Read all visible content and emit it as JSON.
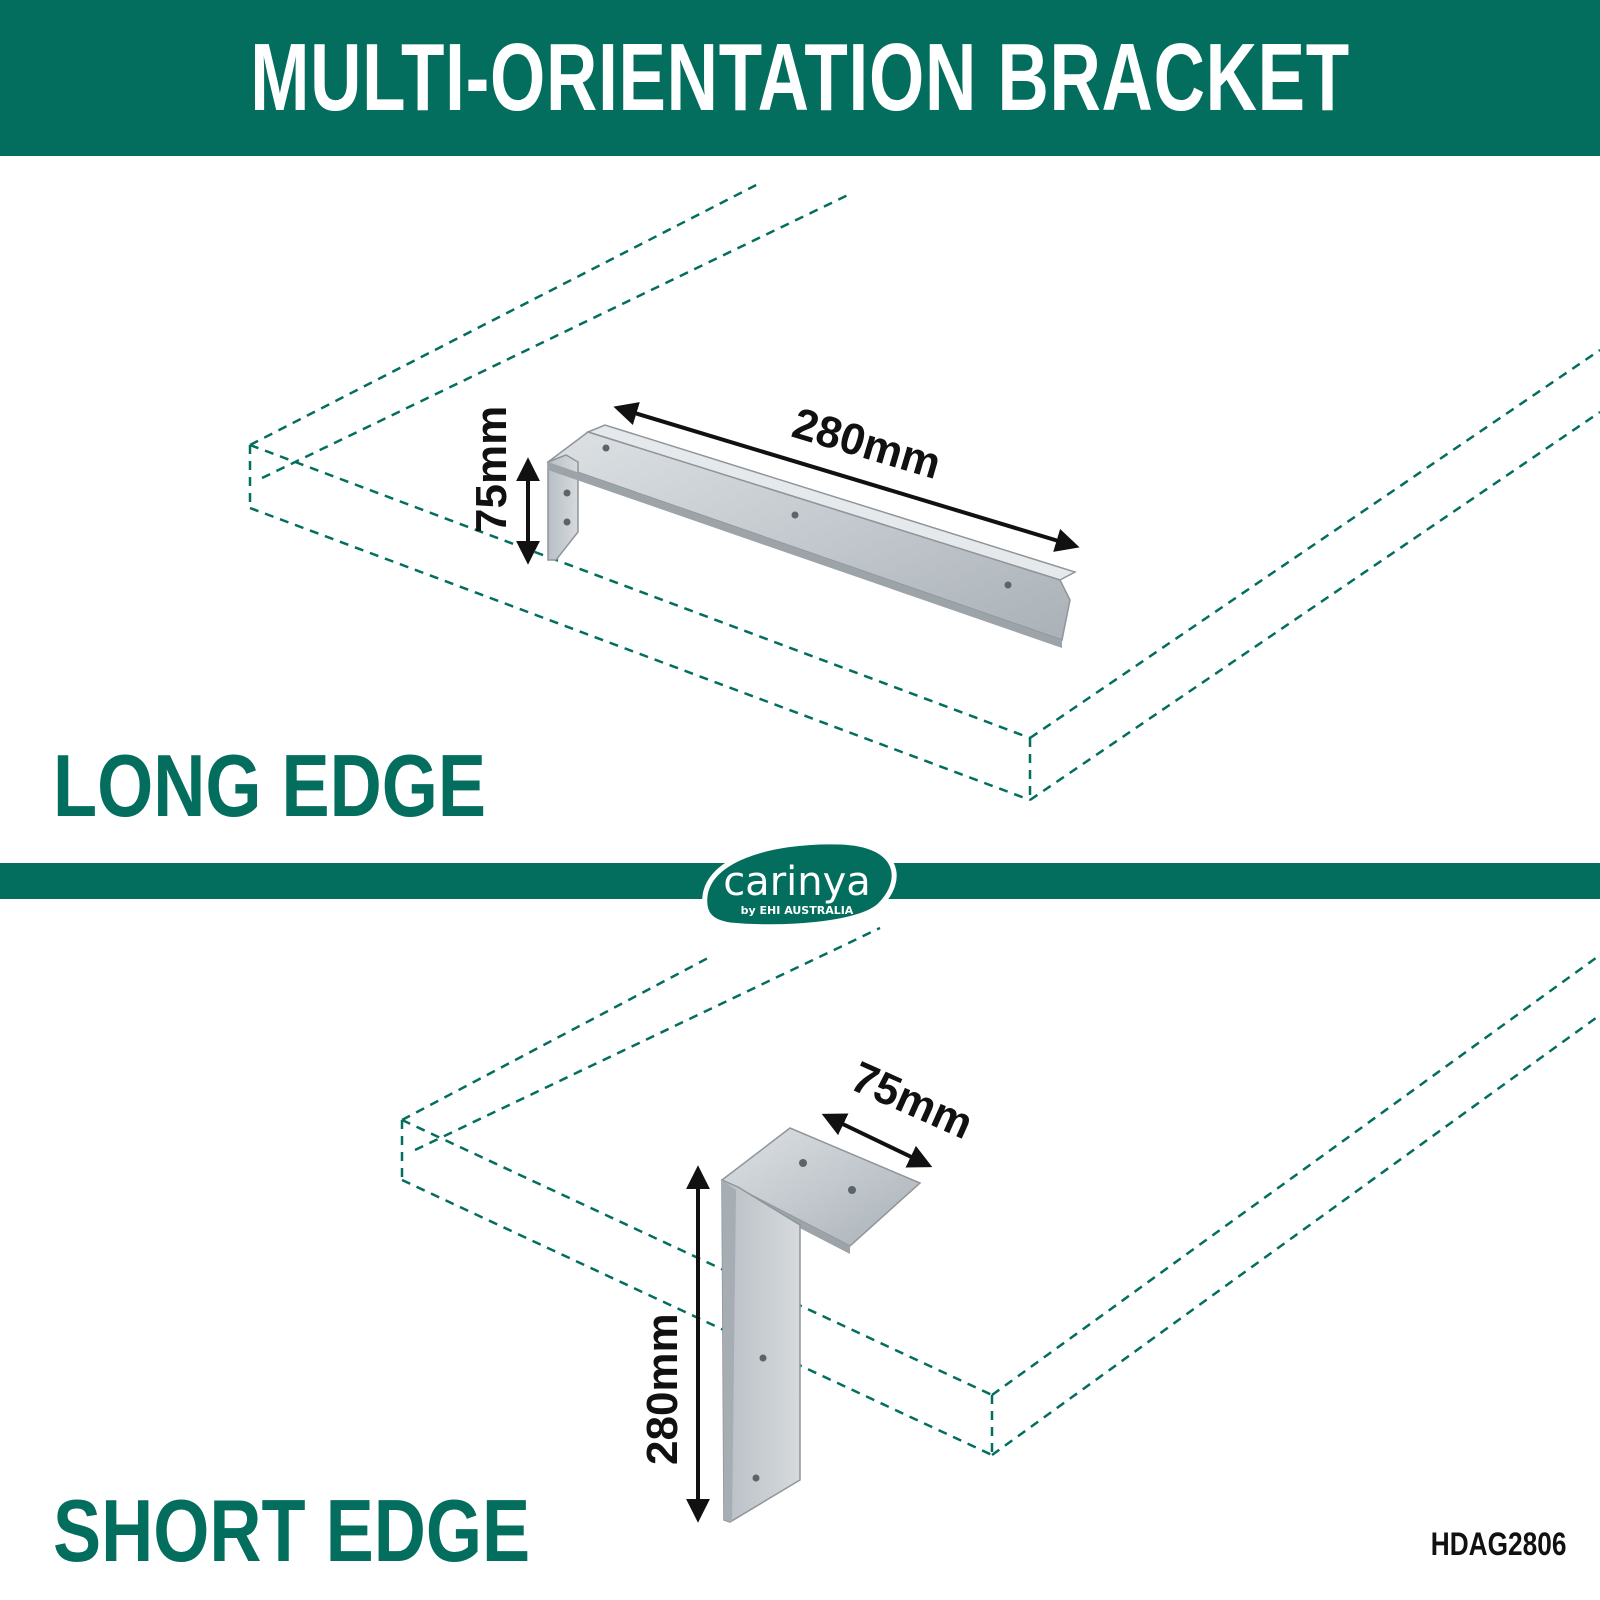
{
  "header": {
    "title": "MULTI-ORIENTATION BRACKET"
  },
  "long_edge": {
    "label": "LONG EDGE",
    "dim_length": "280mm",
    "dim_height": "75mm"
  },
  "short_edge": {
    "label": "SHORT EDGE",
    "dim_width": "75mm",
    "dim_length": "280mm"
  },
  "logo": {
    "brand": "carinya",
    "tagline": "by EHI AUSTRALIA"
  },
  "product_code": "HDAG2806",
  "colors": {
    "brand_green": "#046e5e",
    "bracket_steel": "#c9ced2",
    "text_dark": "#111111"
  },
  "icons": {
    "bracket_long": "galvanized-angle-bracket",
    "bracket_short": "galvanized-angle-bracket",
    "dimension_arrows": "double-headed-arrow"
  }
}
